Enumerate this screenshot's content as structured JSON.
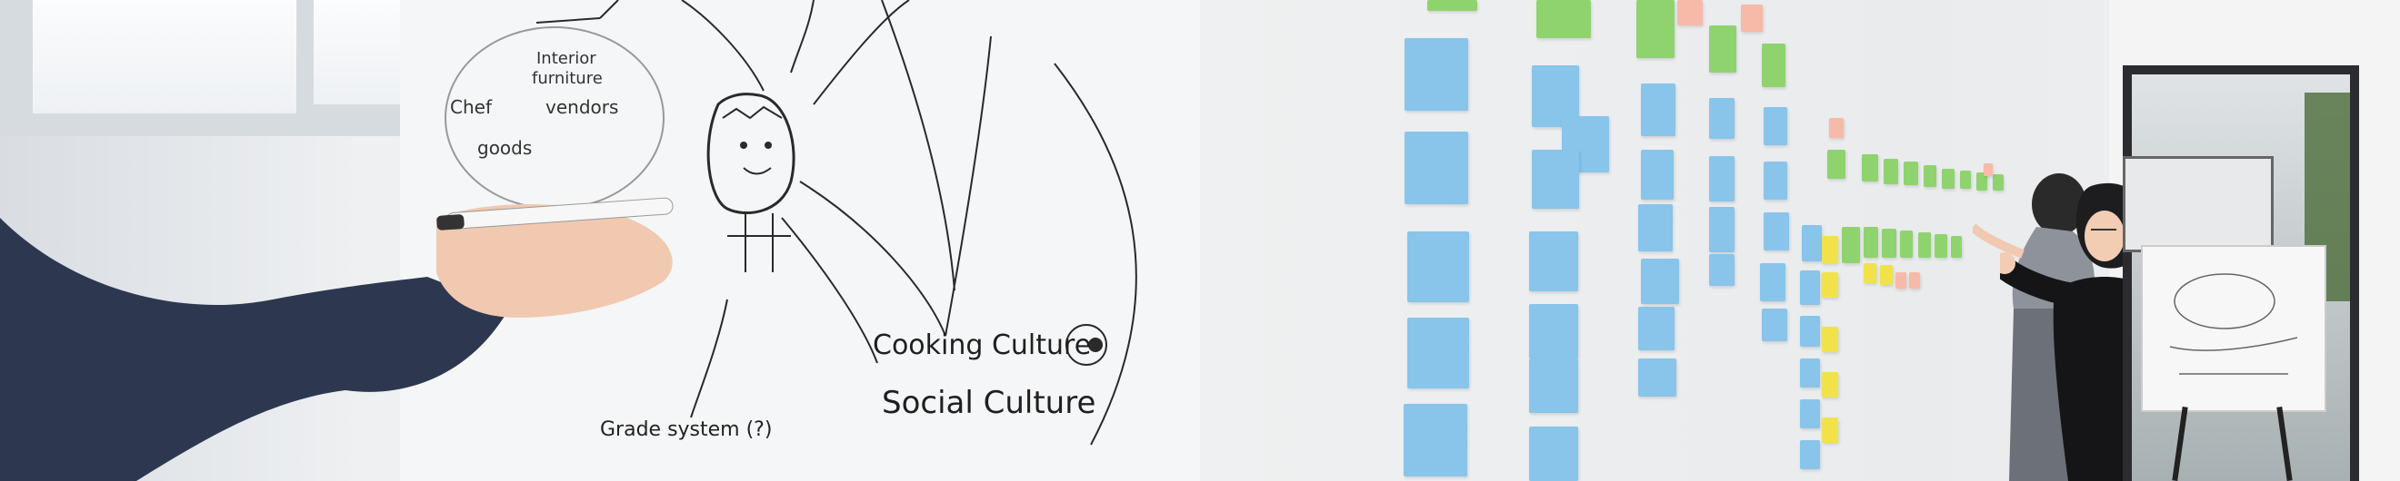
{
  "scene": {
    "left_panel": {
      "sketch_labels": [
        "Interior furniture",
        "Chef",
        "vendors",
        "goods",
        "Cooking Culture",
        "Social Culture",
        "Grade system (?)"
      ]
    },
    "right_panel": {
      "sticky_note_colors": {
        "blue": "#89c4ea",
        "green": "#8fd36f",
        "yellow": "#f2e24a",
        "pink": "#f7b9a8"
      }
    }
  }
}
